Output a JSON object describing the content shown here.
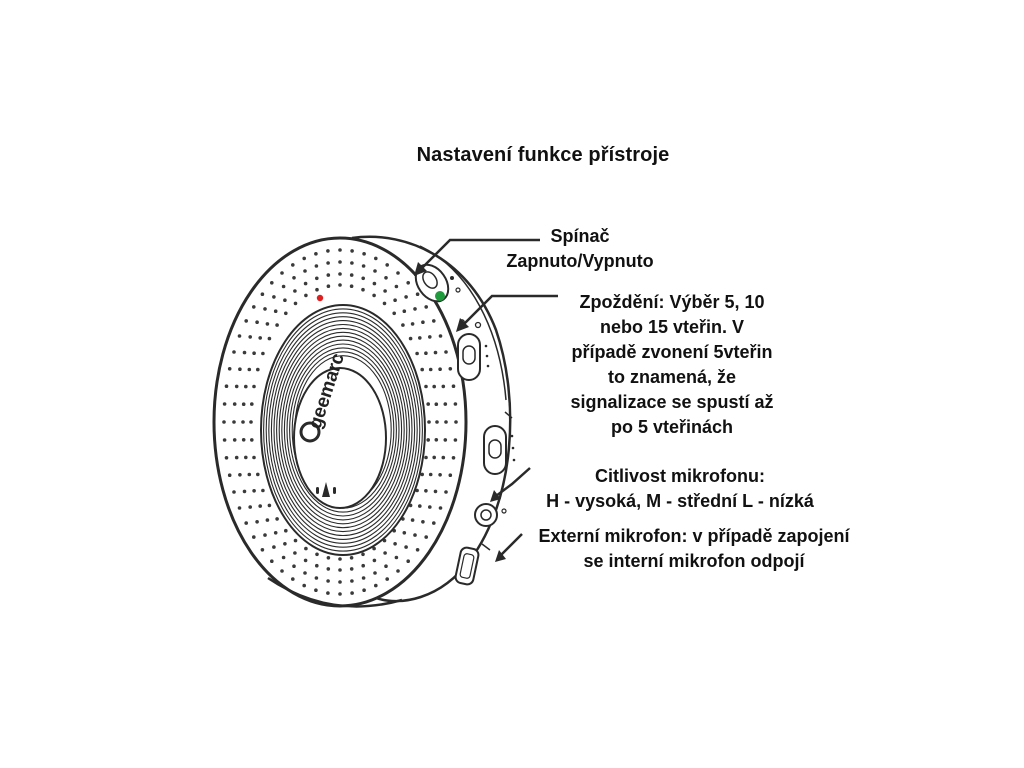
{
  "title": "Nastavení funkce přístroje",
  "device": {
    "brand": "geemarc",
    "colors": {
      "outline": "#2a2a2a",
      "body": "#ffffff",
      "led": "#e02020",
      "power_indicator": "#1f9a3c"
    }
  },
  "callouts": {
    "power_switch": "Spínač\nZapnuto/Vypnuto",
    "delay": "Zpoždění: Výběr 5, 10\nnebo 15 vteřin. V\npřípadě zvonení 5vteřin\nto znamená, že\nsignalizace se spustí až\npo 5 vteřinách",
    "sensitivity": "Citlivost mikrofonu:\nH - vysoká, M - střední L - nízká",
    "external_mic": "Externí mikrofon: v případě zapojení\nse interní mikrofon odpojí"
  }
}
